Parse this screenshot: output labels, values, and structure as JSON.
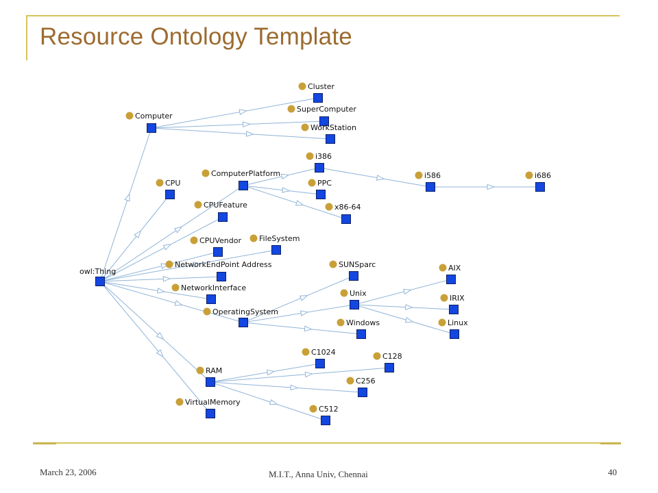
{
  "slide": {
    "title": "Resource Ontology Template",
    "footer_date": "March 23, 2006",
    "footer_center": "M.I.T., Anna Univ, Chennai",
    "page_number": "40"
  },
  "colors": {
    "frame": "#d6c35a",
    "title": "#9c6b2f",
    "edge": "#8fb4d8",
    "node_fill": "#1446e0",
    "node_border": "#0b1f66",
    "bullet": "#c9a038"
  },
  "diagram": {
    "nodes": [
      {
        "id": "owl-thing",
        "label": "owl:Thing"
      },
      {
        "id": "computer",
        "label": "Computer"
      },
      {
        "id": "cluster",
        "label": "Cluster"
      },
      {
        "id": "supercomputer",
        "label": "SuperComputer"
      },
      {
        "id": "workstation",
        "label": "WorkStation"
      },
      {
        "id": "cpu",
        "label": "CPU"
      },
      {
        "id": "computerplatform",
        "label": "ComputerPlatform"
      },
      {
        "id": "i386",
        "label": "i386"
      },
      {
        "id": "ppc",
        "label": "PPC"
      },
      {
        "id": "x86-64",
        "label": "x86-64"
      },
      {
        "id": "i586",
        "label": "i586"
      },
      {
        "id": "i686",
        "label": "i686"
      },
      {
        "id": "cpufeature",
        "label": "CPUFeature"
      },
      {
        "id": "cpuvendor",
        "label": "CPUVendor"
      },
      {
        "id": "filesystem",
        "label": "FileSystem"
      },
      {
        "id": "networkendpointaddress",
        "label": "NetworkEndPoint Address"
      },
      {
        "id": "networkinterface",
        "label": "NetworkInterface"
      },
      {
        "id": "operatingsystem",
        "label": "OperatingSystem"
      },
      {
        "id": "sunsparc",
        "label": "SUNSparc"
      },
      {
        "id": "unix",
        "label": "Unix"
      },
      {
        "id": "windows",
        "label": "Windows"
      },
      {
        "id": "aix",
        "label": "AIX"
      },
      {
        "id": "irix",
        "label": "IRIX"
      },
      {
        "id": "linux",
        "label": "Linux"
      },
      {
        "id": "ram",
        "label": "RAM"
      },
      {
        "id": "c1024",
        "label": "C1024"
      },
      {
        "id": "c128",
        "label": "C128"
      },
      {
        "id": "c256",
        "label": "C256"
      },
      {
        "id": "c512",
        "label": "C512"
      },
      {
        "id": "virtualmemory",
        "label": "VirtualMemory"
      }
    ],
    "edges": [
      {
        "from": "owl-thing",
        "to": "computer"
      },
      {
        "from": "owl-thing",
        "to": "cpu"
      },
      {
        "from": "owl-thing",
        "to": "computerplatform"
      },
      {
        "from": "owl-thing",
        "to": "cpufeature"
      },
      {
        "from": "owl-thing",
        "to": "cpuvendor"
      },
      {
        "from": "owl-thing",
        "to": "filesystem"
      },
      {
        "from": "owl-thing",
        "to": "networkendpointaddress"
      },
      {
        "from": "owl-thing",
        "to": "networkinterface"
      },
      {
        "from": "owl-thing",
        "to": "operatingsystem"
      },
      {
        "from": "owl-thing",
        "to": "ram"
      },
      {
        "from": "owl-thing",
        "to": "virtualmemory"
      },
      {
        "from": "computer",
        "to": "cluster"
      },
      {
        "from": "computer",
        "to": "supercomputer"
      },
      {
        "from": "computer",
        "to": "workstation"
      },
      {
        "from": "computerplatform",
        "to": "i386"
      },
      {
        "from": "computerplatform",
        "to": "ppc"
      },
      {
        "from": "computerplatform",
        "to": "x86-64"
      },
      {
        "from": "i386",
        "to": "i586"
      },
      {
        "from": "i586",
        "to": "i686"
      },
      {
        "from": "operatingsystem",
        "to": "sunsparc"
      },
      {
        "from": "operatingsystem",
        "to": "unix"
      },
      {
        "from": "operatingsystem",
        "to": "windows"
      },
      {
        "from": "unix",
        "to": "aix"
      },
      {
        "from": "unix",
        "to": "irix"
      },
      {
        "from": "unix",
        "to": "linux"
      },
      {
        "from": "ram",
        "to": "c1024"
      },
      {
        "from": "ram",
        "to": "c128"
      },
      {
        "from": "ram",
        "to": "c256"
      },
      {
        "from": "ram",
        "to": "c512"
      }
    ]
  }
}
